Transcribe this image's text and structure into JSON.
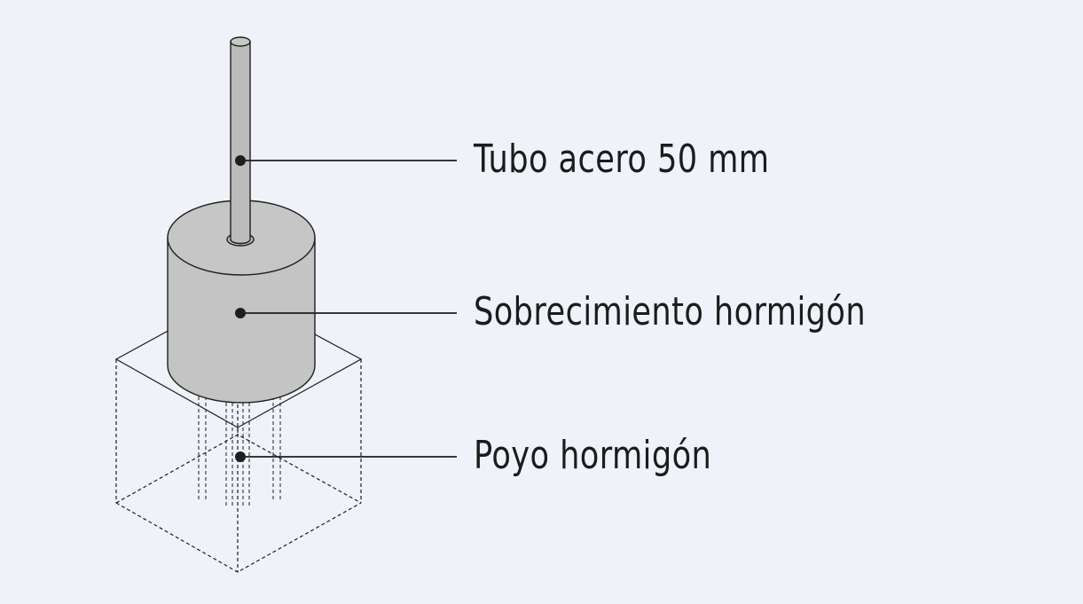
{
  "diagram": {
    "components": [
      {
        "id": "tube",
        "label": "Tubo acero 50 mm"
      },
      {
        "id": "cap",
        "label": "Sobrecimiento hormigón"
      },
      {
        "id": "base",
        "label": "Poyo hormigón"
      }
    ],
    "colors": {
      "background": "#eff2f8",
      "steel_fill": "#bdbdbd",
      "concrete_fill": "#c4c4c4",
      "outline": "#1e1e1e",
      "text": "#1c1c1c"
    }
  }
}
